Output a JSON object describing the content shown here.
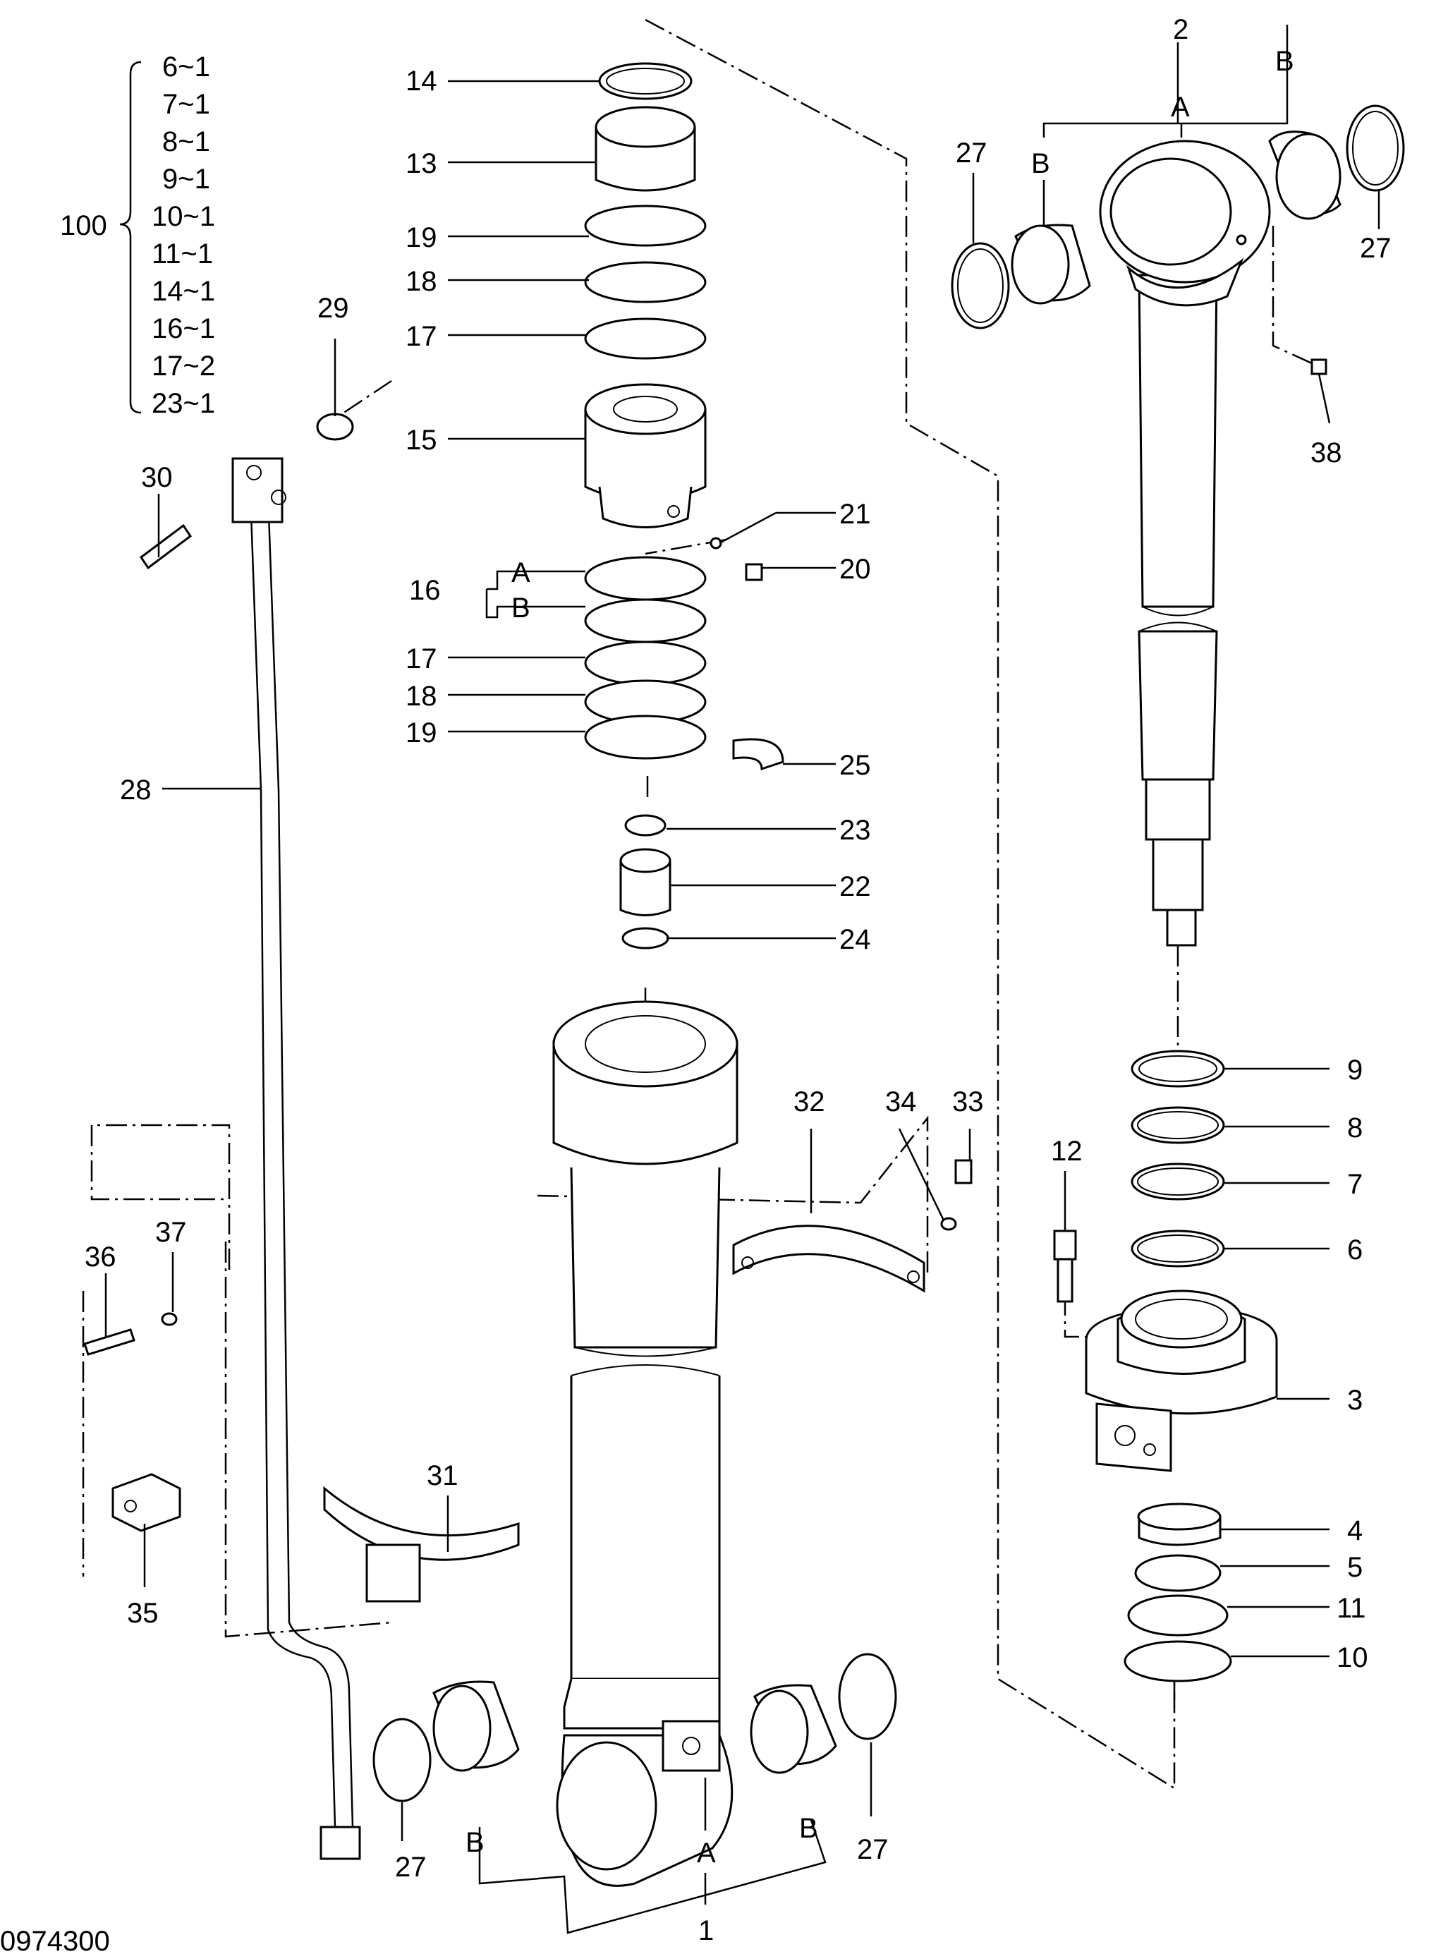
{
  "drawing": {
    "number": "0974300",
    "kit": {
      "number": "100",
      "entries": [
        "6~1",
        "7~1",
        "8~1",
        "9~1",
        "10~1",
        "11~1",
        "14~1",
        "16~1",
        "17~2",
        "23~1"
      ]
    }
  },
  "callouts": {
    "p1": "1",
    "p2": "2",
    "p3": "3",
    "p4": "4",
    "p5": "5",
    "p6": "6",
    "p7": "7",
    "p8": "8",
    "p9": "9",
    "p10": "10",
    "p11": "11",
    "p12": "12",
    "p13": "13",
    "p14": "14",
    "p15": "15",
    "p16": "16",
    "p17": "17",
    "p18": "18",
    "p19": "19",
    "p20": "20",
    "p21": "21",
    "p22": "22",
    "p23": "23",
    "p24": "24",
    "p25": "25",
    "p27": "27",
    "p28": "28",
    "p29": "29",
    "p30": "30",
    "p31": "31",
    "p32": "32",
    "p33": "33",
    "p34": "34",
    "p35": "35",
    "p36": "36",
    "p37": "37",
    "p38": "38",
    "subA": "A",
    "subB": "B"
  }
}
